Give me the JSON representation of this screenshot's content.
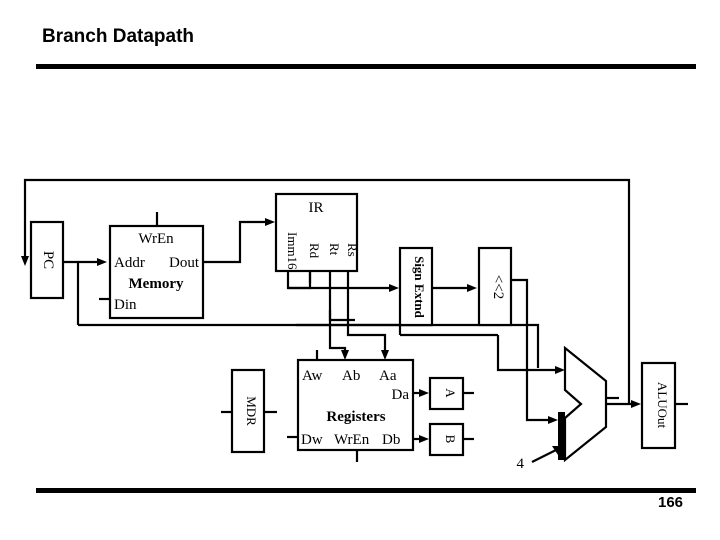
{
  "slide": {
    "title": "Branch Datapath",
    "page_number": "166"
  },
  "diagram": {
    "blocks": {
      "pc": {
        "label": "PC"
      },
      "memory": {
        "name": "Memory",
        "wren": "WrEn",
        "addr": "Addr",
        "dout": "Dout",
        "din": "Din"
      },
      "ir": {
        "name": "IR",
        "imm16": "Imm16",
        "rd": "Rd",
        "rt": "Rt",
        "rs": "Rs"
      },
      "sign_extend": {
        "label": "Sign Extnd"
      },
      "shifter": {
        "label": "<<2"
      },
      "mdr": {
        "label": "MDR"
      },
      "registers": {
        "name": "Registers",
        "aw": "Aw",
        "ab": "Ab",
        "aa": "Aa",
        "da": "Da",
        "dw": "Dw",
        "wren": "WrEn",
        "db": "Db"
      },
      "reg_a": {
        "label": "A"
      },
      "reg_b": {
        "label": "B"
      },
      "alu": {
        "constant_input": "4"
      },
      "aluout": {
        "label": "ALUOut"
      }
    }
  }
}
